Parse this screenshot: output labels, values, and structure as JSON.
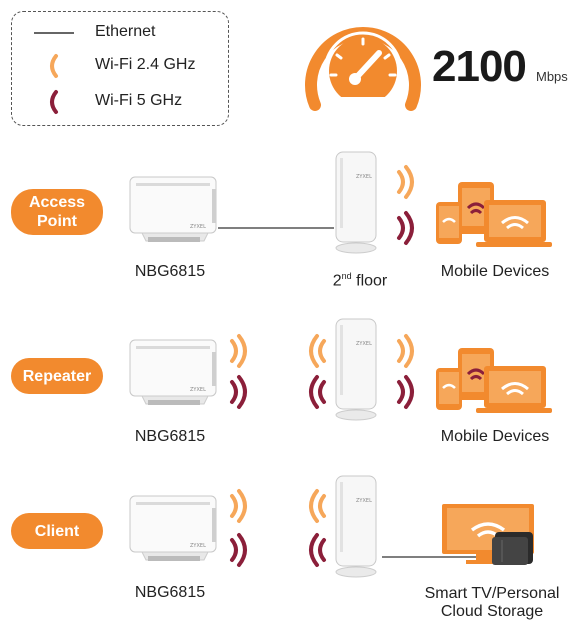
{
  "legend": {
    "ethernet": "Ethernet",
    "wifi24": "Wi-Fi 2.4 GHz",
    "wifi5": "Wi-Fi 5 GHz"
  },
  "speed": {
    "value": "2100",
    "unit": "Mbps"
  },
  "device_brand": "ZYXEL",
  "rows": [
    {
      "mode": "Access Point",
      "router_label": "NBG6815",
      "extender_label": "2nd floor",
      "target_label": "Mobile Devices"
    },
    {
      "mode": "Repeater",
      "router_label": "NBG6815",
      "target_label": "Mobile Devices"
    },
    {
      "mode": "Client",
      "router_label": "NBG6815",
      "target_label": "Smart TV/Personal\nCloud Storage"
    }
  ],
  "colors": {
    "orange": "#f28a2e",
    "maroon": "#8b1f3a",
    "light_orange": "#f6a75a"
  }
}
